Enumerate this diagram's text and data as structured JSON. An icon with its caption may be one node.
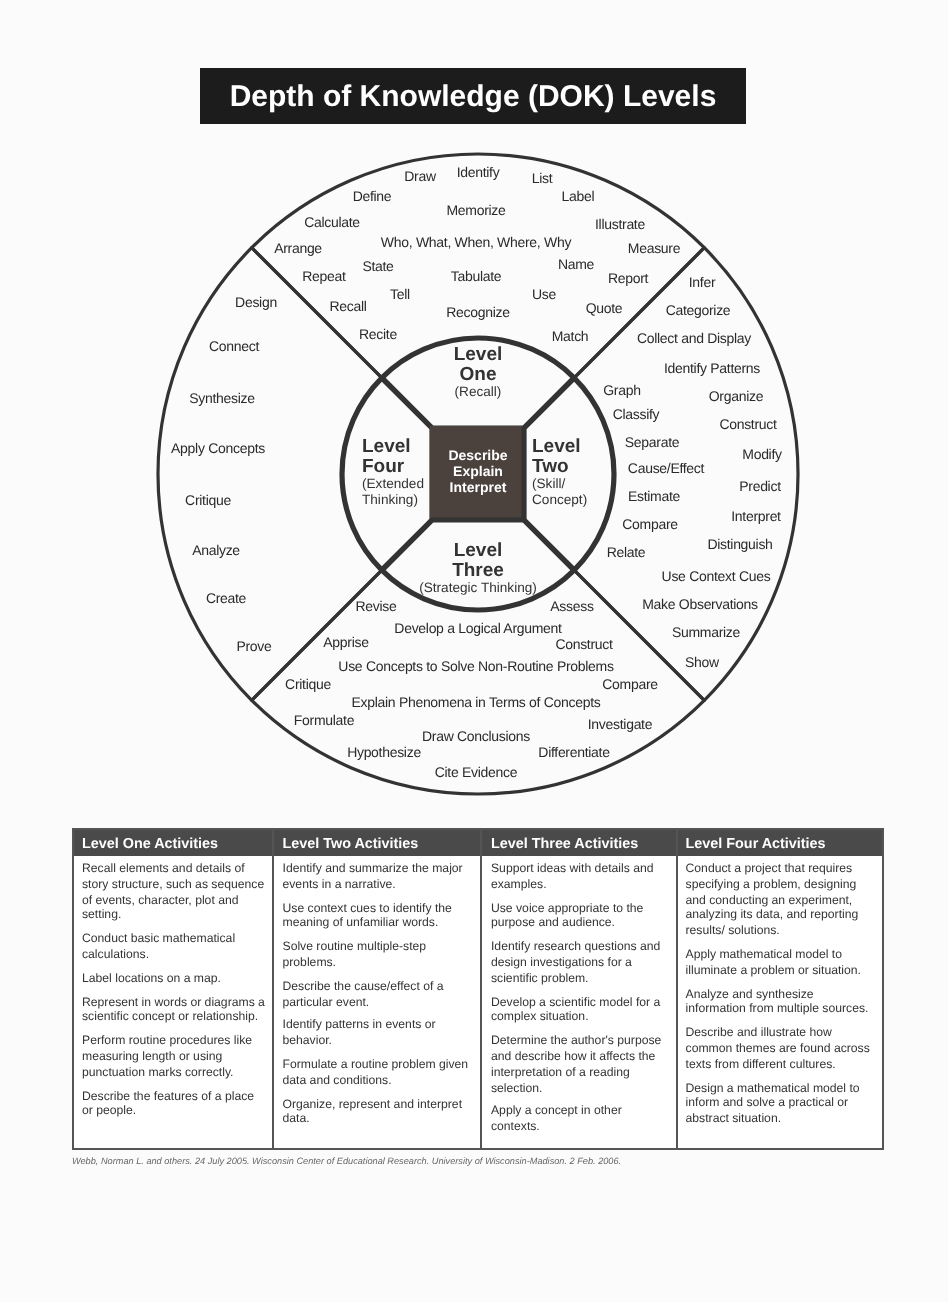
{
  "diagram": {
    "title": "Depth of Knowledge (DOK) Levels",
    "nodes": [
      {
        "text": [
          "Draw",
          "Identify",
          "List",
          "Define",
          "Label",
          "Memorize",
          "Calculate",
          "Illustrate",
          "Who, What, When, Where, Why",
          "Arrange",
          "Measure",
          "State",
          "Name",
          "Repeat",
          "Tabulate",
          "Report",
          "Tell",
          "Use",
          "Recall",
          "Recognize",
          "Quote",
          "Recite",
          "Match"
        ]
      },
      {
        "text": [
          "Design",
          "Connect",
          "Synthesize",
          "Apply Concepts",
          "Critique",
          "Analyze",
          "Create",
          "Prove"
        ]
      },
      {
        "text": [
          "Infer",
          "Categorize",
          "Collect and Display",
          "Identify Patterns",
          "Graph",
          "Organize",
          "Classify",
          "Construct",
          "Separate",
          "Modify",
          "Cause/Effect",
          "Predict",
          "Estimate",
          "Interpret",
          "Compare",
          "Distinguish",
          "Relate",
          "Use Context Cues",
          "Make Observations",
          "Summarize",
          "Show"
        ]
      },
      {
        "text": [
          "Revise",
          "Assess",
          "Develop a Logical Argument",
          "Apprise",
          "Construct",
          "Use Concepts to Solve Non-Routine Problems",
          "Critique",
          "Compare",
          "Explain Phenomena in Terms of Concepts",
          "Formulate",
          "Investigate",
          "Draw Conclusions",
          "Hypothesize",
          "Differentiate",
          "Cite Evidence"
        ]
      },
      {
        "text": [
          "Level One",
          "(Recall)"
        ]
      },
      {
        "text": [
          "Level Four",
          "(Extended Thinking)"
        ]
      },
      {
        "text": [
          "Describe Explain Interpret"
        ]
      },
      {
        "text": [
          "Level Two",
          "(Skill/ Concept)"
        ]
      },
      {
        "text": [
          "Level Three",
          "(Strategic Thinking)"
        ]
      }
    ],
    "labels": [
      "Level One Activities",
      "Level Two Activities",
      "Level Three Activities",
      "Level Four Activities",
      "Recall elements and details of story structure, such as sequence of events, character, plot and setting.",
      "Conduct basic mathematical calculations.",
      "Label locations on a map.",
      "Represent in words or diagrams a scientific concept or relationship.",
      "Perform routine procedures like measuring length or using punctuation marks correctly.",
      "Describe the features of a place or people.",
      "Identify and summarize the major events in a narrative.",
      "Use context cues to identify the meaning of unfamiliar words.",
      "Solve routine multiple-step problems.",
      "Describe the cause/effect of a particular event.",
      "Identify patterns in events or behavior.",
      "Formulate a routine problem given data and conditions.",
      "Organize, represent and interpret data.",
      "Support ideas with details and examples.",
      "Use voice appropriate to the purpose and audience.",
      "Identify research questions and design investigations for a scientific problem.",
      "Develop a scientific model for a complex situation.",
      "Determine the author's purpose and describe how it affects the interpretation of a reading selection.",
      "Apply a concept in other contexts.",
      "Conduct a project that requires specifying a problem, designing and conducting an experiment, analyzing its data, and reporting results/ solutions.",
      "Apply mathematical model to illuminate a problem or situation.",
      "Analyze and synthesize information from multiple sources.",
      "Describe and illustrate how common themes are found across texts from different cultures.",
      "Design a mathematical model to inform and solve a practical or abstract situation.",
      "Webb, Norman L. and others. 24 July 2005. Wisconsin Center of Educational Research. University of Wisconsin-Madison. 2 Feb. 2006."
    ]
  }
}
